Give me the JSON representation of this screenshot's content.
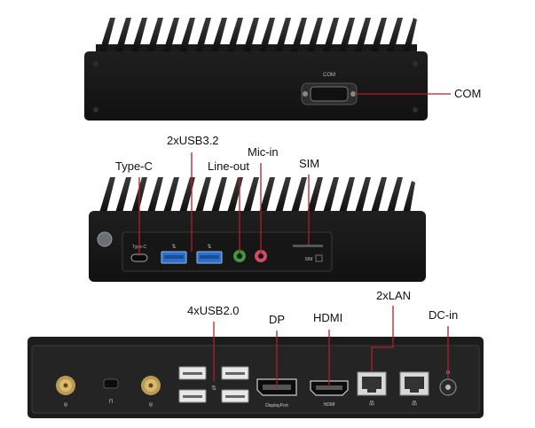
{
  "device_top": {
    "panel_text": "COM",
    "callout": "COM"
  },
  "device_middle": {
    "callouts": {
      "usb32": "2xUSB3.2",
      "type_c": "Type-C",
      "line_out": "Line-out",
      "mic_in": "Mic-in",
      "sim": "SIM"
    },
    "panel_text": {
      "type_c_mark": "Type-C",
      "sim_mark": "SIM"
    }
  },
  "device_bottom": {
    "callouts": {
      "usb20": "4xUSB2.0",
      "dp": "DP",
      "hdmi": "HDMI",
      "lan": "2xLAN",
      "dc_in": "DC-in"
    },
    "panel_text": {
      "displayport_mark": "DisplayPort",
      "hdmi_mark": "HDMI"
    }
  },
  "colors": {
    "leader": "#b01e2a",
    "chassis": "#1a1a1a",
    "port_blue": "#2a6fd1",
    "line_out_green": "#3a9a3a",
    "mic_pink": "#d04a6a"
  }
}
